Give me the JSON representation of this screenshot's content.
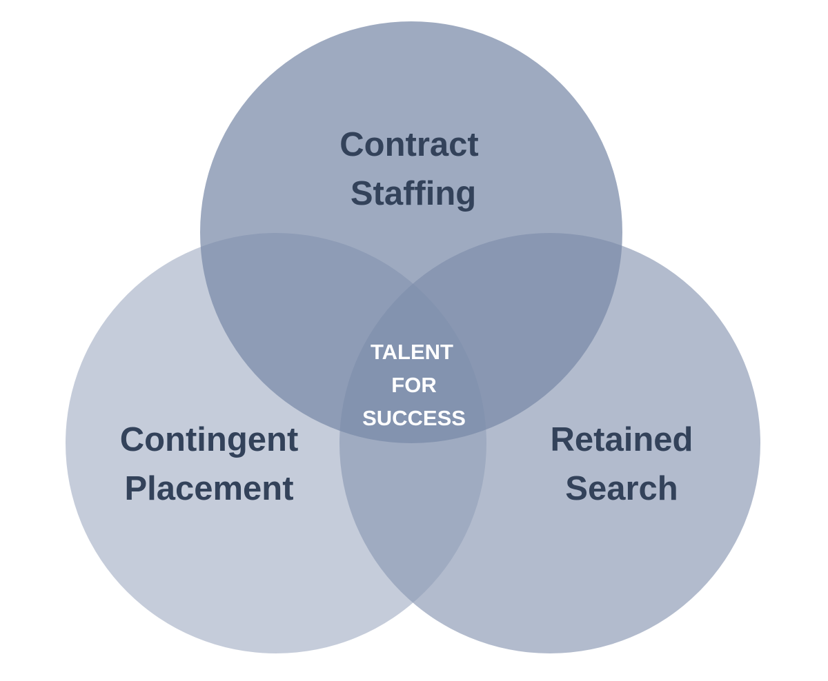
{
  "diagram": {
    "circles": [
      {
        "id": "top",
        "label_lines": [
          "Contract",
          "Staffing"
        ],
        "fill": "#7889a8",
        "text_color": "#33425a"
      },
      {
        "id": "left",
        "label_lines": [
          "Contingent",
          "Placement"
        ],
        "fill": "#a2adc3",
        "text_color": "#33425a"
      },
      {
        "id": "right",
        "label_lines": [
          "Retained",
          "Search"
        ],
        "fill": "#8d9bb6",
        "text_color": "#33425a"
      }
    ],
    "center": {
      "label_lines": [
        "TALENT",
        "FOR",
        "SUCCESS"
      ],
      "text_color": "#ffffff"
    }
  }
}
